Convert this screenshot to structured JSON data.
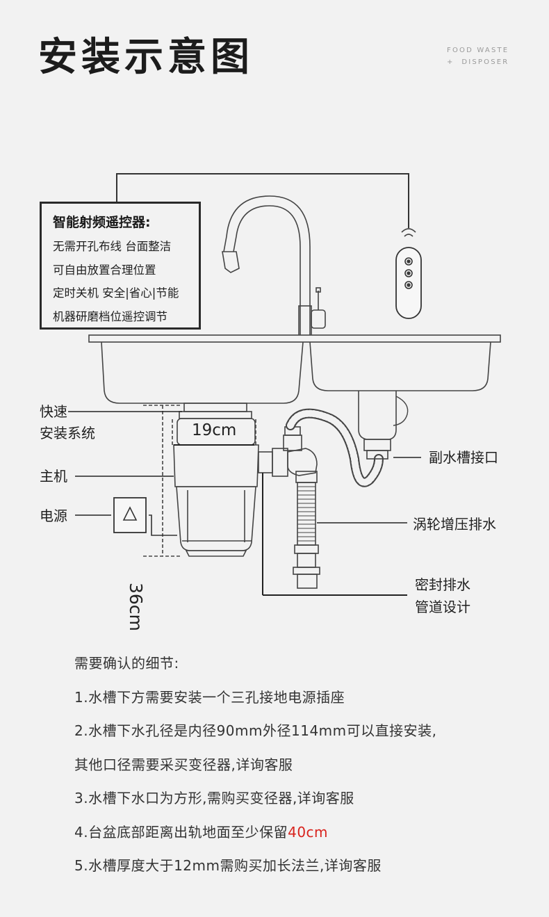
{
  "header": {
    "title": "安装示意图",
    "brand_line1": "FOOD WASTE",
    "brand_line2": "+  DISPOSER"
  },
  "callout": {
    "heading": "智能射频遥控器:",
    "lines": [
      "无需开孔布线 台面整洁",
      "可自由放置合理位置",
      "定时关机 安全|省心|节能",
      "机器研磨档位遥控调节"
    ]
  },
  "labels": {
    "quick_install": "快速\n安装系统",
    "quick_install_1": "快速",
    "quick_install_2": "安装系统",
    "main_unit": "主机",
    "power": "电源",
    "sub_sink": "副水槽接口",
    "turbo_drain": "涡轮增压排水",
    "sealed_1": "密封排水",
    "sealed_2": "管道设计"
  },
  "dimensions": {
    "width": "19cm",
    "height": "36cm"
  },
  "notes": {
    "heading": "需要确认的细节:",
    "items": [
      "1.水槽下方需要安装一个三孔接地电源插座",
      "2.水槽下水孔径是内径90mm外径114mm可以直接安装,",
      "其他口径需要采买变径器,详询客服",
      "3.水槽下水口为方形,需购买变径器,详询客服"
    ],
    "item4_prefix": "4.台盆底部距离出轨地面至少保留",
    "item4_highlight": "40cm",
    "item5": "5.水槽厚度大于12mm需购买加长法兰,详询客服"
  },
  "colors": {
    "highlight": "#d8221c",
    "line": "#444444",
    "background": "#f2f2f2"
  }
}
